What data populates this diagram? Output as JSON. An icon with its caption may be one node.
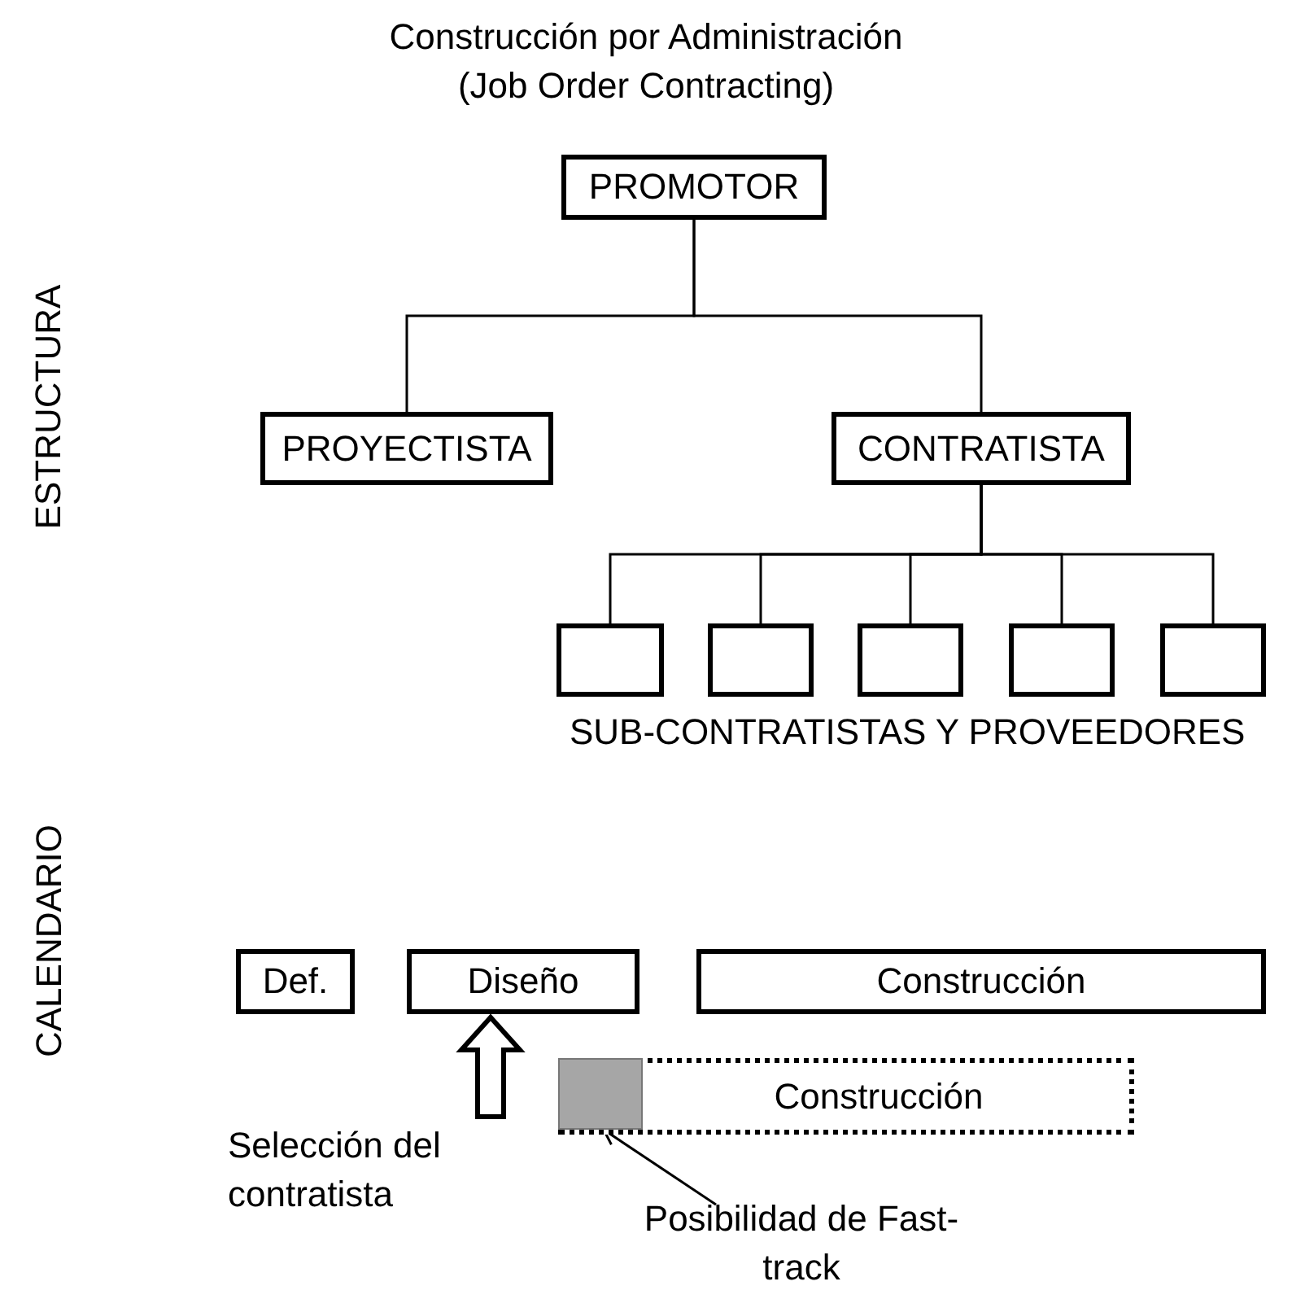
{
  "diagram": {
    "title": "Construcción por Administración (Job Order Contracting)",
    "nodes": [
      {
        "text": [
          "PROMOTOR"
        ]
      },
      {
        "text": [
          "PROYECTISTA"
        ]
      },
      {
        "text": [
          "CONTRATISTA"
        ]
      },
      {
        "text": [],
        "shape": "box"
      },
      {
        "text": [],
        "shape": "box"
      },
      {
        "text": [],
        "shape": "box"
      },
      {
        "text": [],
        "shape": "box"
      },
      {
        "text": [],
        "shape": "box"
      },
      {
        "text": [
          "Def."
        ]
      },
      {
        "text": [
          "Diseño"
        ]
      },
      {
        "text": [
          "Construcción"
        ]
      },
      {
        "text": [
          "Construcción"
        ]
      },
      {
        "text": [],
        "shape": "box",
        "in": 11
      },
      {
        "text": [
          "Selección del contratista"
        ]
      },
      {
        "text": [
          "Posibilidad de Fast-track"
        ]
      }
    ],
    "edges": [
      {
        "from": 0,
        "to": 1,
        "arrow": "none"
      },
      {
        "from": 0,
        "to": 2,
        "arrow": "none"
      },
      {
        "from": 2,
        "to": 3,
        "arrow": "none"
      },
      {
        "from": 2,
        "to": 4,
        "arrow": "none"
      },
      {
        "from": 2,
        "to": 5,
        "arrow": "none"
      },
      {
        "from": 2,
        "to": 6,
        "arrow": "none"
      },
      {
        "from": 2,
        "to": 7,
        "arrow": "none"
      },
      {
        "from": 13,
        "to": 9,
        "arrow": "to",
        "style": "thick"
      },
      {
        "from": 14,
        "to": 12,
        "arrow": "to"
      }
    ],
    "labels": [
      "SUB-CONTRATISTAS Y PROVEEDORES",
      "ESTRUCTURA",
      "CALENDARIO"
    ]
  }
}
